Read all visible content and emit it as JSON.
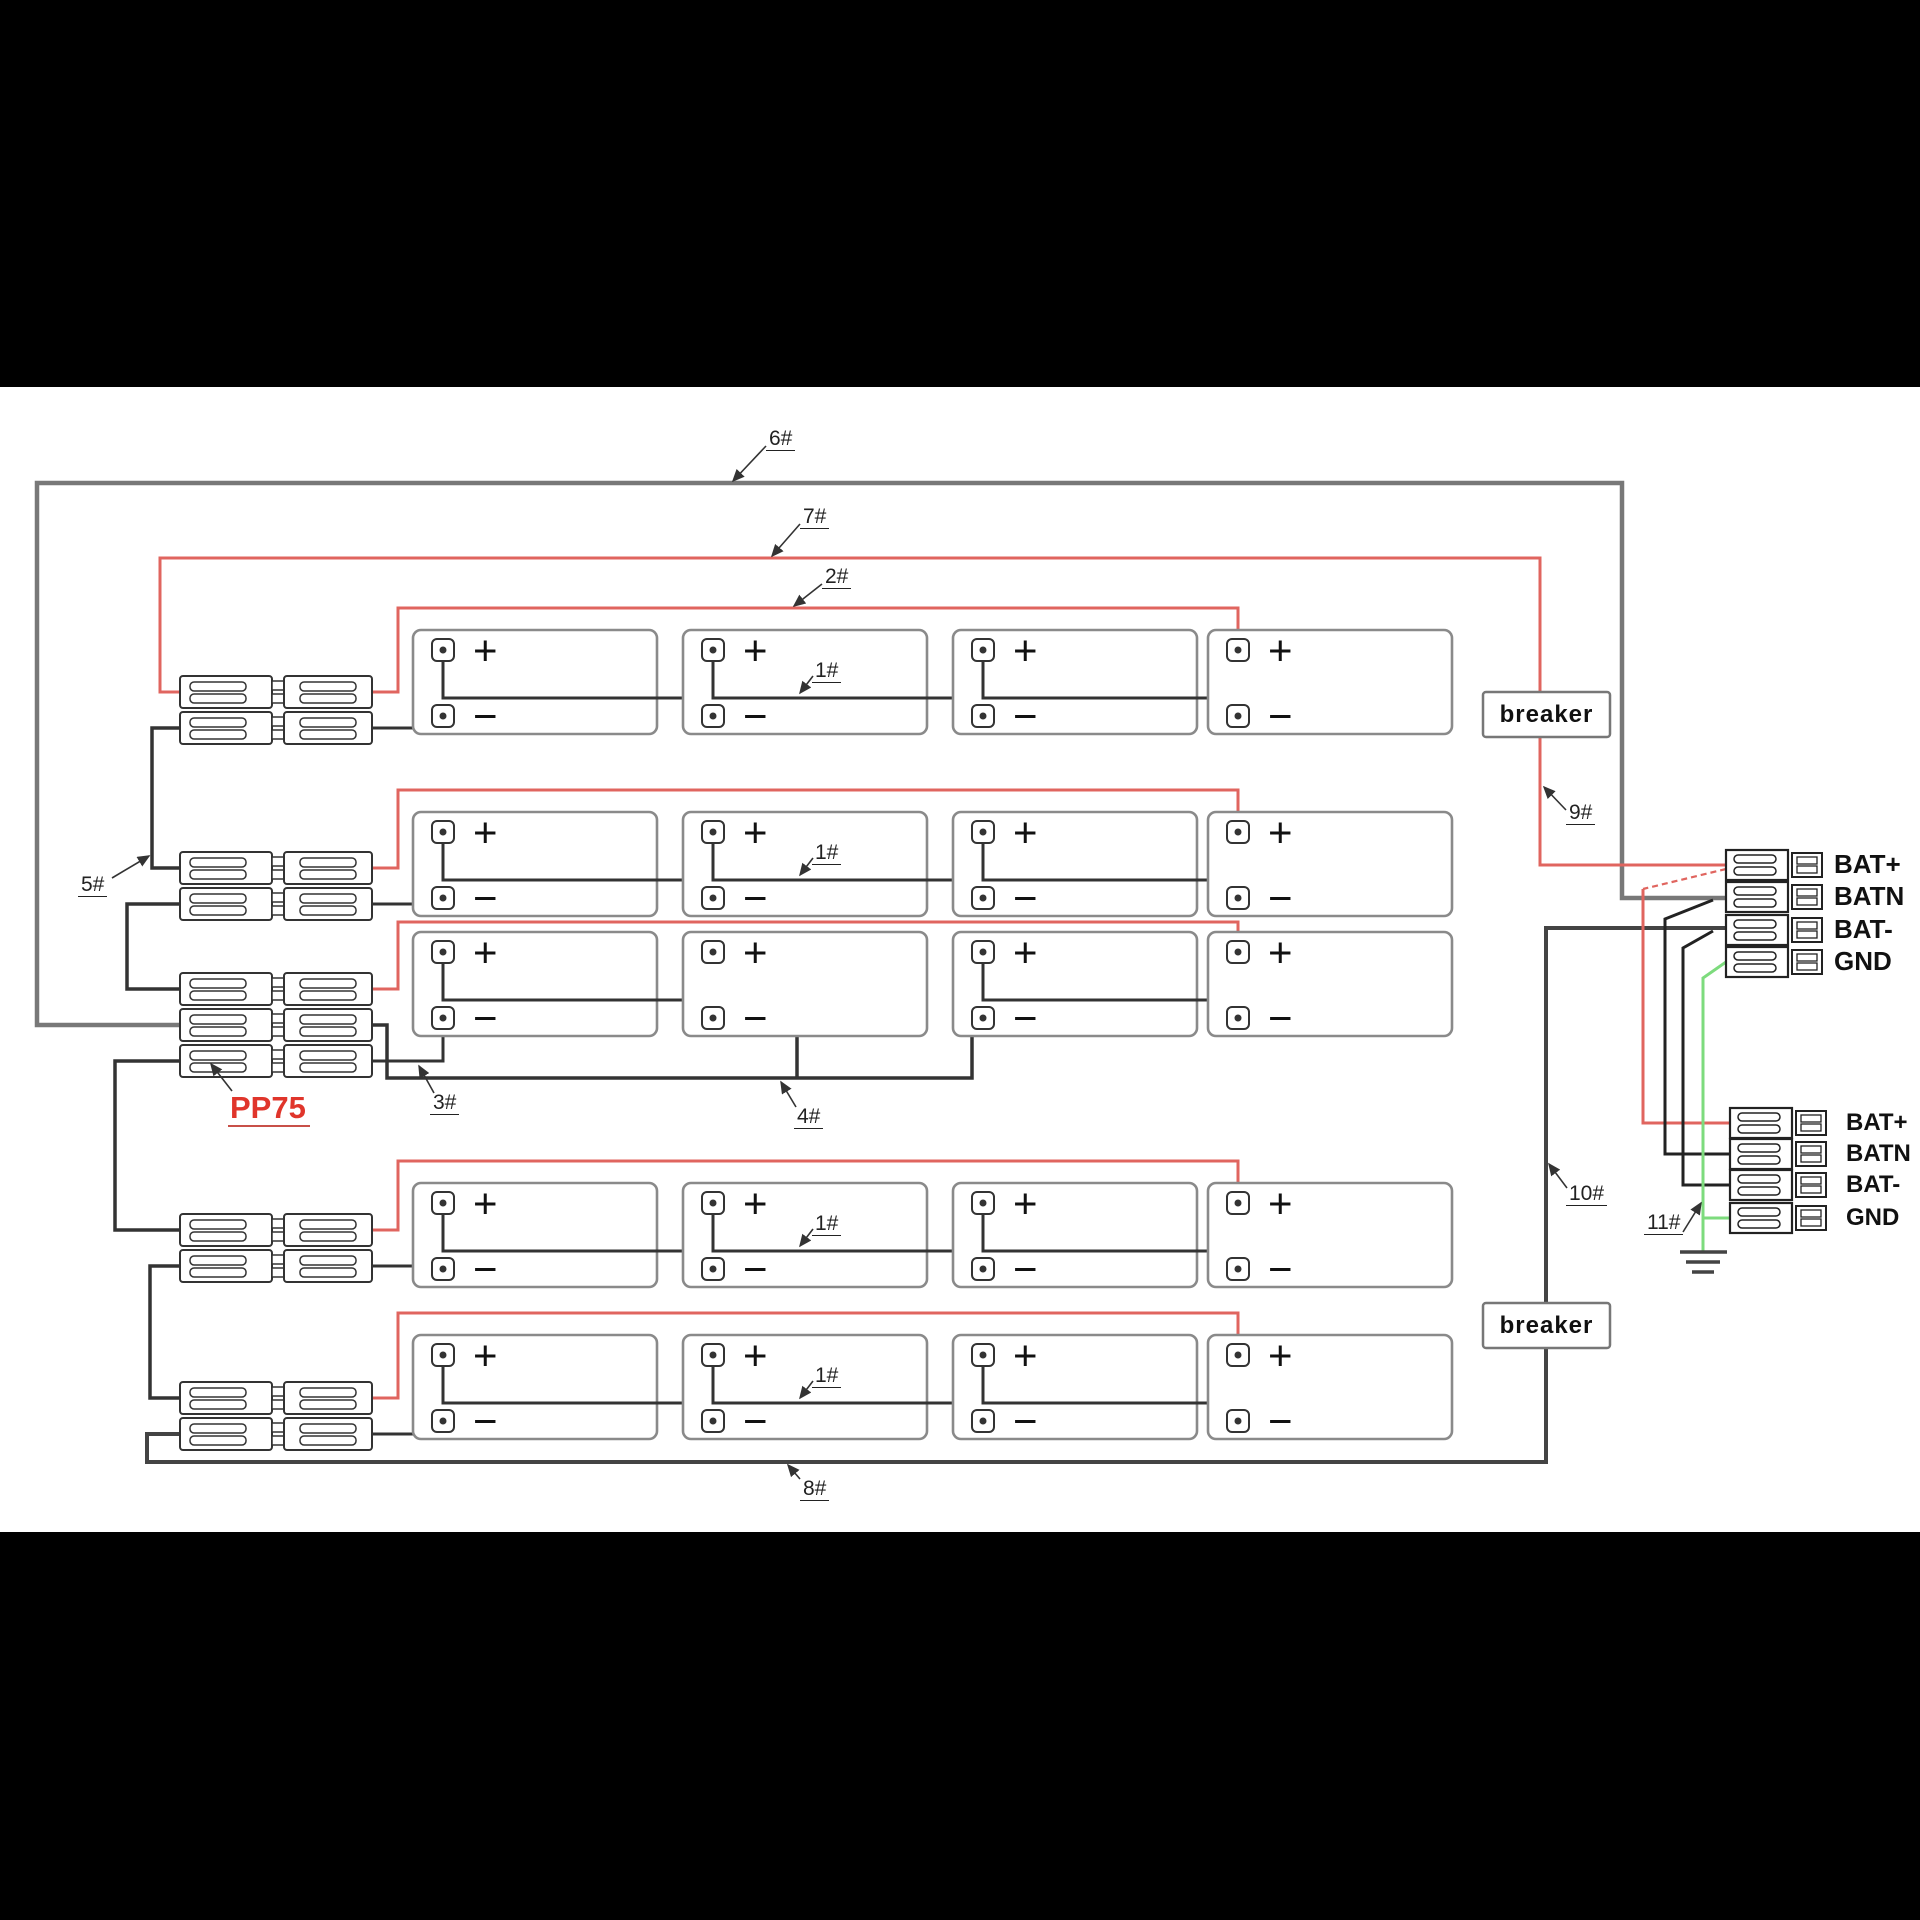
{
  "diagram": {
    "title_hint": "battery bank wiring diagram",
    "colors": {
      "background": "#000000",
      "paper": "#ffffff",
      "wire_red": "#e0655f",
      "wire_black": "#333333",
      "wire_gray": "#787878",
      "wire_dark": "#444444",
      "wire_green": "#7ddb7d",
      "pp75_red": "#e0352b",
      "battery_border": "#8a8a8a"
    },
    "terminals": {
      "plus": "+",
      "minus": "−"
    },
    "wire_labels": {
      "w1": "1#",
      "w2": "2#",
      "w3": "3#",
      "w4": "4#",
      "w5": "5#",
      "w6": "6#",
      "w7": "7#",
      "w8": "8#",
      "w9": "9#",
      "w10": "10#",
      "w11": "11#"
    },
    "connector_label": "PP75",
    "breakers": [
      "breaker",
      "breaker"
    ],
    "bat_group1": [
      "BAT+",
      "BATN",
      "BAT-",
      "GND"
    ],
    "bat_group2": [
      "BAT+",
      "BATN",
      "BAT-",
      "GND"
    ],
    "rows": [
      {
        "name": "row-1",
        "batteries": 4
      },
      {
        "name": "row-2",
        "batteries": 4
      },
      {
        "name": "row-3",
        "batteries": 4
      },
      {
        "name": "row-4",
        "batteries": 4
      },
      {
        "name": "row-5",
        "batteries": 4
      }
    ]
  }
}
